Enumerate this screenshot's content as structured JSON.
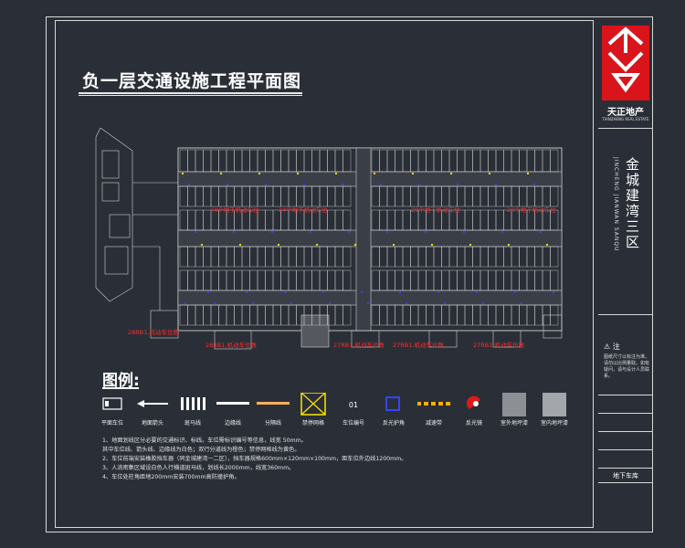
{
  "drawing": {
    "title": "负一层交通设施工程平面图"
  },
  "title_block": {
    "company": "天正地产",
    "company_en": "TIANZHENG REAL ESTATE",
    "project": "金城建湾三区",
    "project_en": "JINCHENG JIANWAN SANQU",
    "note_title": "⚠ 注",
    "note_body": "图纸尺寸以标注为准，请勿以比例量取。如有疑问，请与设计人员联系。",
    "sheet_label": "地下车库"
  },
  "plan_labels": [
    "24个地下机动车位",
    "24个地下机动车位",
    "28个地下机动车位",
    "28个地下机动车位",
    "28RB1,机动车位数",
    "28RB1,机动车位数",
    "27RB1,机动车位数",
    "27RB1,机动车位数",
    "27RB1,机动车位数"
  ],
  "legend": {
    "title": "图例:",
    "items": [
      {
        "label": "平面车位",
        "symbol": "parking-space"
      },
      {
        "label": "地面箭头",
        "symbol": "arrow"
      },
      {
        "label": "斑马线",
        "symbol": "zebra"
      },
      {
        "label": "边缘线",
        "symbol": "edge-line"
      },
      {
        "label": "分隔线",
        "symbol": "divider-line"
      },
      {
        "label": "禁停网格",
        "symbol": "no-parking-grid"
      },
      {
        "label": "车位编号",
        "symbol": "space-number",
        "text": "01"
      },
      {
        "label": "反光护角",
        "symbol": "corner-guard"
      },
      {
        "label": "减速带",
        "symbol": "speed-bump"
      },
      {
        "label": "反光镜",
        "symbol": "convex-mirror"
      },
      {
        "label": "室外地坪漆",
        "symbol": "outdoor-paint"
      },
      {
        "label": "室内地坪漆",
        "symbol": "indoor-paint"
      }
    ]
  },
  "notes": [
    "1、地面划线区分必要的交通标识、标线。车位需标识编号等信息，线宽 50mm。",
    "   其中车位线、箭头线、边缘线为白色；双行分道线为橙色；禁停网格线为黄色。",
    "2、车位前端安装橡胶挡车器（同金城建湾一二区），挡车器规格600mm×120mm×100mm，距车位外边线1200mm。",
    "3、人流密集区域设白色人行横道斑马线，划线长2000mm，线宽360mm。",
    "4、车位处柱角距地200mm安装700mm高防撞护角。"
  ],
  "colors": {
    "background": "#2a2f37",
    "linework": "#d8d8d8",
    "label_red": "#ff2a2a",
    "logo_red": "#d9141b",
    "yellow": "#ffe600",
    "blue": "#2233ff"
  }
}
